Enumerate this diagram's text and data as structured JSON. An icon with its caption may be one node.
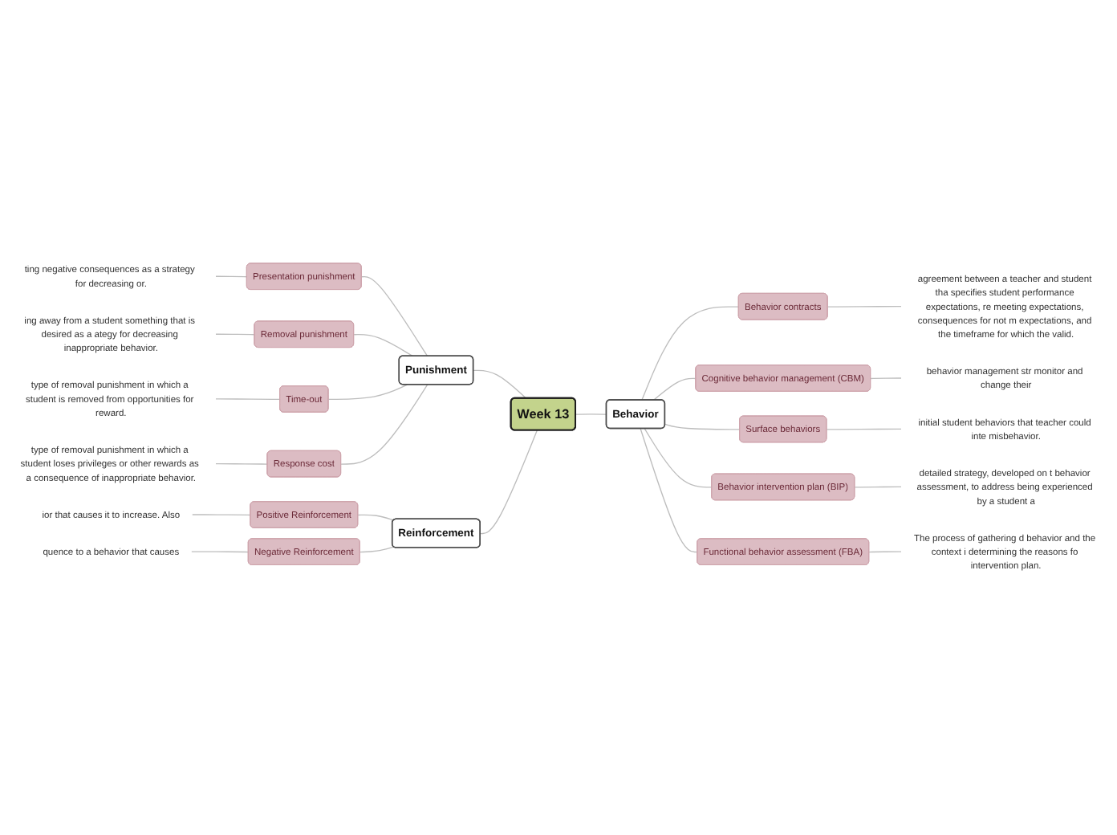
{
  "diagram": {
    "nodes": [
      {
        "text": [
          "Week 13"
        ]
      },
      {
        "text": [
          "Punishment"
        ]
      },
      {
        "text": [
          "Presentation punishment"
        ]
      },
      {
        "text": [
          "ting negative consequences as a strategy for decreasing or."
        ]
      },
      {
        "text": [
          "Removal punishment"
        ]
      },
      {
        "text": [
          "ing away from a student something that is desired as a ategy for decreasing inappropriate behavior."
        ]
      },
      {
        "text": [
          "Time-out"
        ]
      },
      {
        "text": [
          "type of removal punishment in which a student is removed from opportunities for reward."
        ]
      },
      {
        "text": [
          "Response cost"
        ]
      },
      {
        "text": [
          "type of removal punishment in which a student loses privileges or other rewards as a consequence of inappropriate behavior."
        ]
      },
      {
        "text": [
          "Reinforcement"
        ]
      },
      {
        "text": [
          "Positive Reinforcement"
        ]
      },
      {
        "text": [
          "ior that causes it to increase. Also"
        ]
      },
      {
        "text": [
          "Negative Reinforcement"
        ]
      },
      {
        "text": [
          "quence to a behavior that causes"
        ]
      },
      {
        "text": [
          "Behavior"
        ]
      },
      {
        "text": [
          "Behavior contracts"
        ]
      },
      {
        "text": [
          "agreement between a teacher and student tha specifies student performance expectations, re meeting expectations, consequences for not m expectations, and the timeframe for which the valid."
        ]
      },
      {
        "text": [
          "Cognitive behavior management (CBM)"
        ]
      },
      {
        "text": [
          "behavior management str monitor and change their"
        ]
      },
      {
        "text": [
          "Surface behaviors"
        ]
      },
      {
        "text": [
          "initial student behaviors that teacher could inte misbehavior."
        ]
      },
      {
        "text": [
          "Behavior intervention plan (BIP)"
        ]
      },
      {
        "text": [
          "detailed strategy, developed on t behavior assessment, to address being experienced by a student a"
        ]
      },
      {
        "text": [
          "Functional behavior assessment (FBA)"
        ]
      },
      {
        "text": [
          "The process of gathering d behavior and the context i determining the reasons fo intervention plan."
        ]
      }
    ],
    "edges": [
      {
        "from": 1,
        "to": 0,
        "arrow": "none"
      },
      {
        "from": 10,
        "to": 0,
        "arrow": "none"
      },
      {
        "from": 0,
        "to": 15,
        "arrow": "none"
      },
      {
        "from": 2,
        "to": 1,
        "arrow": "none"
      },
      {
        "from": 3,
        "to": 2,
        "arrow": "none"
      },
      {
        "from": 4,
        "to": 1,
        "arrow": "none"
      },
      {
        "from": 5,
        "to": 4,
        "arrow": "none"
      },
      {
        "from": 6,
        "to": 1,
        "arrow": "none"
      },
      {
        "from": 7,
        "to": 6,
        "arrow": "none"
      },
      {
        "from": 8,
        "to": 1,
        "arrow": "none"
      },
      {
        "from": 9,
        "to": 8,
        "arrow": "none"
      },
      {
        "from": 11,
        "to": 10,
        "arrow": "none"
      },
      {
        "from": 12,
        "to": 11,
        "arrow": "none"
      },
      {
        "from": 13,
        "to": 10,
        "arrow": "none"
      },
      {
        "from": 14,
        "to": 13,
        "arrow": "none"
      },
      {
        "from": 15,
        "to": 16,
        "arrow": "none"
      },
      {
        "from": 16,
        "to": 17,
        "arrow": "none"
      },
      {
        "from": 15,
        "to": 18,
        "arrow": "none"
      },
      {
        "from": 18,
        "to": 19,
        "arrow": "none"
      },
      {
        "from": 15,
        "to": 20,
        "arrow": "none"
      },
      {
        "from": 20,
        "to": 21,
        "arrow": "none"
      },
      {
        "from": 15,
        "to": 22,
        "arrow": "none"
      },
      {
        "from": 22,
        "to": 23,
        "arrow": "none"
      },
      {
        "from": 15,
        "to": 24,
        "arrow": "none"
      },
      {
        "from": 24,
        "to": 25,
        "arrow": "none"
      }
    ]
  }
}
